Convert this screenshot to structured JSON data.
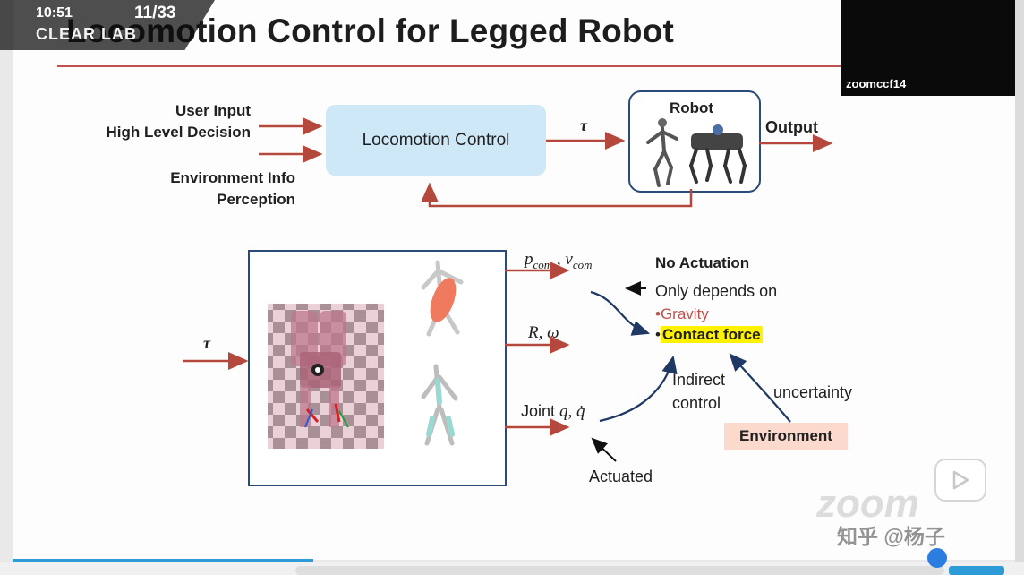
{
  "overlay": {
    "time": "10:51",
    "page": "11/33",
    "lab_label": "CLEAR LAB"
  },
  "video_tile": {
    "participant_name": "zoomccf14"
  },
  "slide": {
    "title": "Locomotion Control for Legged Robot",
    "top_diagram": {
      "inputs": {
        "line1": "User Input",
        "line2": "High Level  Decision",
        "line3": "Environment  Info",
        "line4": "Perception"
      },
      "control_label": "Locomotion Control",
      "torque_symbol": "τ",
      "robot_label": "Robot",
      "output_label": "Output"
    },
    "bottom_diagram": {
      "torque_symbol": "τ",
      "state_com": "p",
      "state_com_sub": "com",
      "state_com_v": "v",
      "state_com_v_sub": "com",
      "state_rot": "R, ω",
      "joint_label": "Joint",
      "joint_vars": "q, q̇",
      "no_actuation": "No Actuation",
      "depends": "Only depends on",
      "gravity": "Gravity",
      "contact": "Contact force",
      "indirect1": "Indirect",
      "indirect2": "control",
      "uncertainty": "uncertainty",
      "environment": "Environment",
      "actuated": "Actuated"
    },
    "accent_color": "#c0504d"
  },
  "watermark": {
    "platform": "知乎",
    "author": "@杨子",
    "zoom": "zoom"
  },
  "player": {
    "progress_fraction": 0.3
  }
}
